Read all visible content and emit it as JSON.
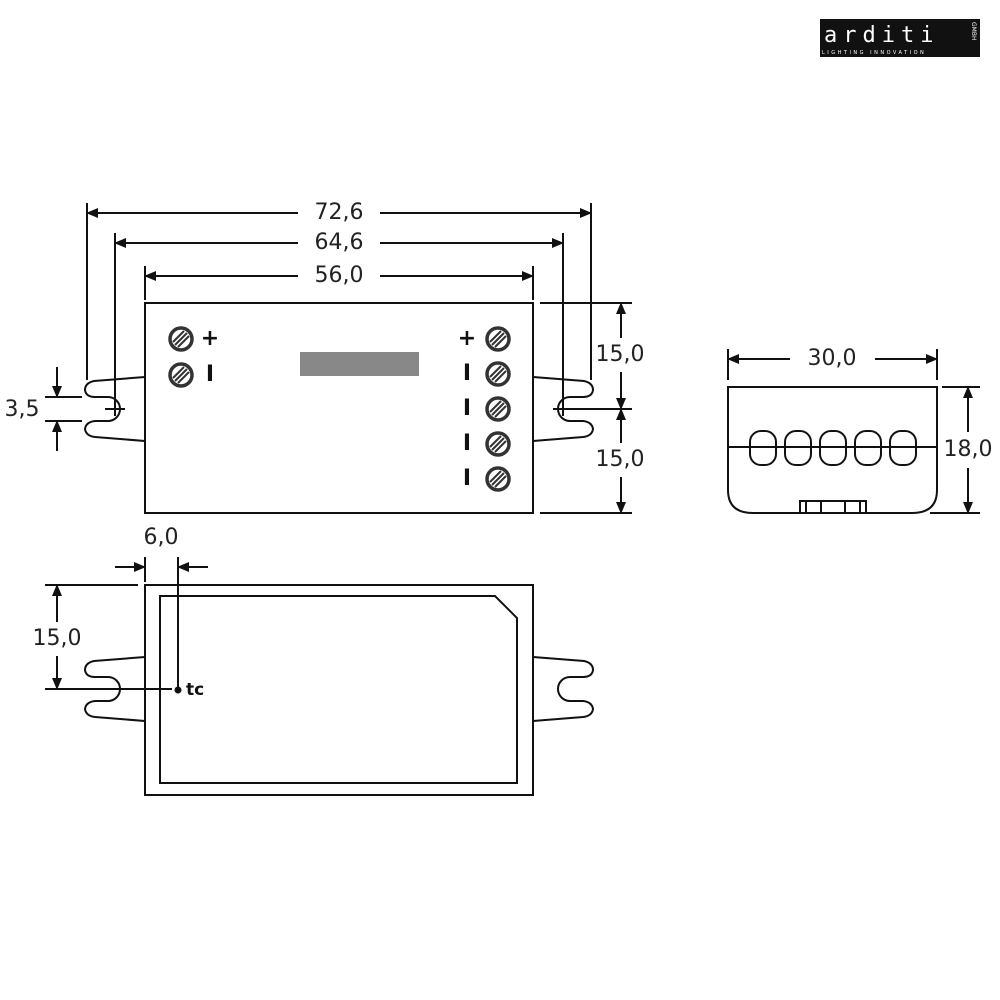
{
  "logo": {
    "name": "arditi",
    "suffix": "GMBH",
    "tagline": "LIGHTING INNOVATION"
  },
  "top_view": {
    "dims": {
      "overall_width": "72,6",
      "mount_hole_spacing": "64,6",
      "body_width": "56,0",
      "upper_half_height": "15,0",
      "lower_half_height": "15,0",
      "slot_width": "3,5"
    },
    "terminals_left": [
      {
        "label": "+"
      },
      {
        "label": "I"
      }
    ],
    "terminals_right": [
      {
        "label": "+"
      },
      {
        "label": "I"
      },
      {
        "label": "I"
      },
      {
        "label": "I"
      },
      {
        "label": "I"
      }
    ]
  },
  "side_view": {
    "dims": {
      "width": "30,0",
      "height": "18,0"
    }
  },
  "bottom_view": {
    "dims": {
      "tc_offset_x": "6,0",
      "tc_offset_y": "15,0"
    },
    "tc_label": "tc"
  },
  "colors": {
    "line": "#111111",
    "label_window": "#888888"
  }
}
